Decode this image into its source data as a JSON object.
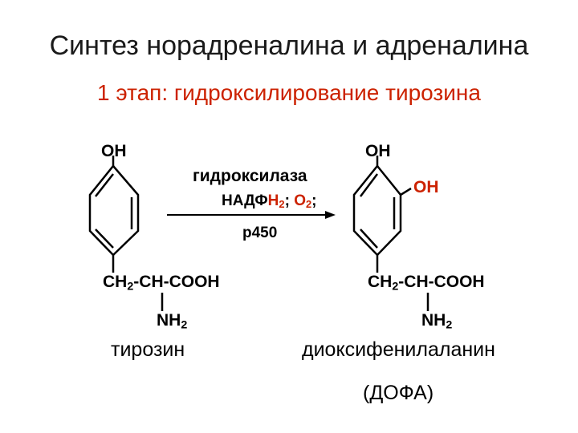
{
  "title": "Синтез норадреналина и адреналина",
  "subtitle": "1 этап: гидроксилирование тирозина",
  "colors": {
    "accent": "#cc2200",
    "text": "#000000"
  },
  "left": {
    "oh": "OH",
    "chain_ch": "CH",
    "chain_sub": "2",
    "chain_rest": "-CH-COOH",
    "nh": "NH",
    "nh_sub": "2",
    "name": "тирозин"
  },
  "arrow": {
    "enzyme": "гидроксилаза",
    "cofactor_a": "НАДФ",
    "cofactor_h": "H",
    "cofactor_h_sub": "2",
    "cofactor_sep": ";",
    "cofactor_o": "O",
    "cofactor_o_sub": "2",
    "cofactor_end": ";",
    "catalyst": "p450"
  },
  "right": {
    "oh_top": "OH",
    "oh_side": "OH",
    "chain_ch": "CH",
    "chain_sub": "2",
    "chain_rest": "-CH-COOH",
    "nh": "NH",
    "nh_sub": "2",
    "name": "диоксифенилаланин",
    "abbr": "(ДОФА)"
  }
}
